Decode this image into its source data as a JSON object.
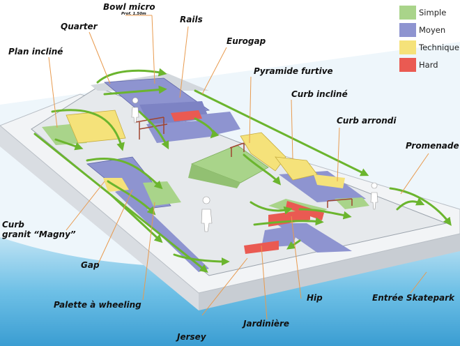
{
  "legend": [
    {
      "label": "Simple",
      "color": "#a9d48a"
    },
    {
      "label": "Moyen",
      "color": "#8e94d0"
    },
    {
      "label": "Technique",
      "color": "#f5e27a"
    },
    {
      "label": "Hard",
      "color": "#ea5a52"
    }
  ],
  "labels": {
    "bowl_micro": "Bowl micro",
    "bowl_depth": "Prof. 1.50m",
    "rails": "Rails",
    "quarter": "Quarter",
    "eurogap": "Eurogap",
    "plan_incline": "Plan incliné",
    "pyramide_furtive": "Pyramide furtive",
    "curb_incline": "Curb incliné",
    "curb_arrondi": "Curb arrondi",
    "promenade": "Promenade",
    "curb_granit_line1": "Curb",
    "curb_granit_line2": "granit “Magny”",
    "gap": "Gap",
    "palette_wheeling": "Palette à wheeling",
    "jersey": "Jersey",
    "jardiniere": "Jardinière",
    "hip": "Hip",
    "entree_skatepark": "Entrée Skatepark"
  },
  "colors": {
    "simple": "#a9d48a",
    "moyen": "#8e94d0",
    "technique": "#f5e27a",
    "hard": "#ea5a52",
    "arrow": "#6bb52e",
    "leader": "#e89a4e",
    "water": "#4aa6d6"
  }
}
